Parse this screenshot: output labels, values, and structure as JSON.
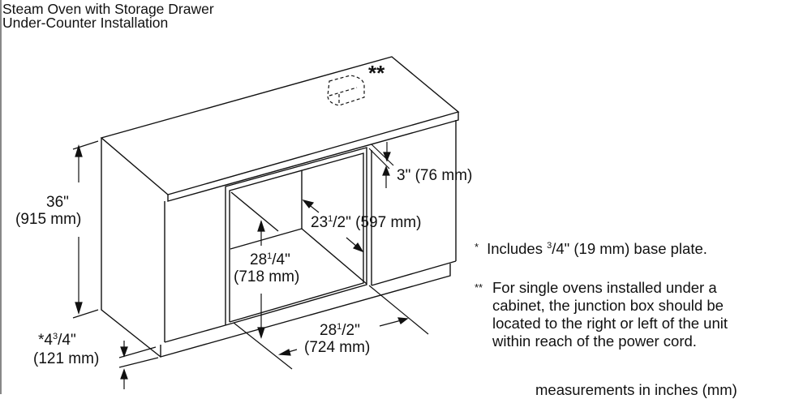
{
  "title": {
    "line1": "Steam Oven with Storage Drawer",
    "line2": "Under-Counter Installation"
  },
  "marker_junction": "**",
  "dimensions": {
    "height_total": {
      "in": "36\"",
      "mm": "(915 mm)"
    },
    "base": {
      "prefix": "*4",
      "sup": "3",
      "frac": "/4\"",
      "mm": "(121 mm)"
    },
    "top_gap": {
      "text": "3\" (76 mm)"
    },
    "depth": {
      "whole": "23",
      "sup": "1",
      "frac": "/2\" (597 mm)"
    },
    "opening_height": {
      "whole": "28",
      "sup": "1",
      "frac": "/4\"",
      "mm": "(718 mm)"
    },
    "opening_width": {
      "whole": "28",
      "sup": "1",
      "frac": "/2\"",
      "mm": "(724 mm)"
    }
  },
  "notes": {
    "note1": {
      "marker": "*",
      "pre": "Includes ",
      "sup": "3",
      "post": "/4\" (19 mm) base plate."
    },
    "note2": {
      "marker": "**",
      "lines": [
        "For single ovens installed under a",
        "cabinet, the junction box should be",
        "located to the right or left of the unit",
        "within reach of the power cord."
      ]
    },
    "units": "measurements in inches (mm)"
  }
}
